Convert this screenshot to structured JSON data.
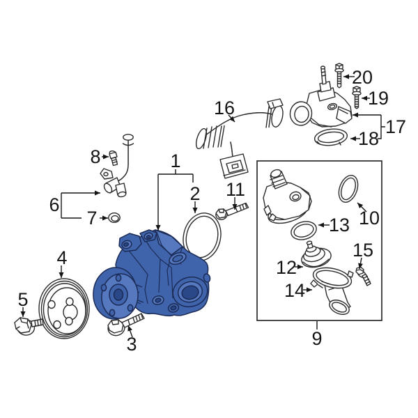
{
  "diagram": {
    "type": "exploded-parts-diagram",
    "background": "#ffffff",
    "line_color": "#2a2a2a",
    "highlight_fill": "#4064ab",
    "highlight_fill_light": "#5578bf",
    "highlight_fill_dark": "#2a4787",
    "highlight_stroke": "#1b2b56",
    "callouts": {
      "c1": "1",
      "c2": "2",
      "c3": "3",
      "c4": "4",
      "c5": "5",
      "c6": "6",
      "c7": "7",
      "c8": "8",
      "c9": "9",
      "c10": "10",
      "c11": "11",
      "c12": "12",
      "c13": "13",
      "c14": "14",
      "c15": "15",
      "c16": "16",
      "c17": "17",
      "c18": "18",
      "c19": "19",
      "c20": "20"
    }
  }
}
